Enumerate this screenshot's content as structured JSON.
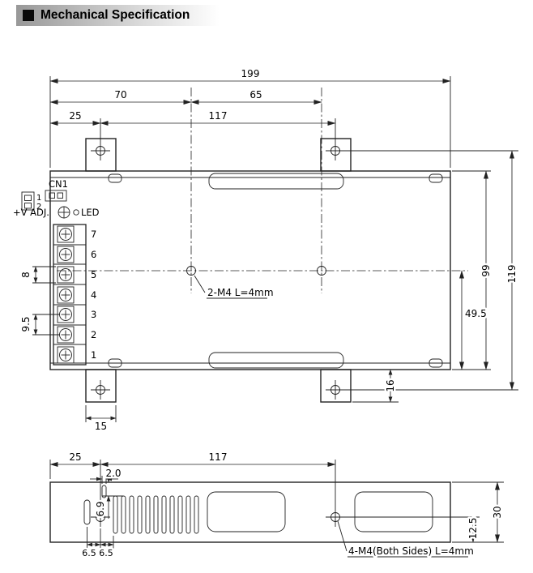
{
  "header": {
    "title": "Mechanical Specification"
  },
  "top_view": {
    "dim_total_width": "199",
    "dim_hole1_x": "70",
    "dim_hole_spacing_x": "65",
    "dim_bracket_hole_offset_x": "25",
    "dim_bracket_hole_spacing_x": "117",
    "dim_total_height": "119",
    "dim_body_height": "99",
    "dim_center_to_bottom": "49.5",
    "dim_bracket_extension": "16",
    "dim_bracket_width": "15",
    "dim_terminal_size": "8",
    "dim_terminal_pitch": "9.5",
    "label_connector": "CN1",
    "label_pin1": "1",
    "label_pin2": "2",
    "label_vadj": "+V ADJ.",
    "label_led": "LED",
    "label_center_holes": "2-M4 L=4mm",
    "terminal_numbers": [
      "7",
      "6",
      "5",
      "4",
      "3",
      "2",
      "1"
    ]
  },
  "side_view": {
    "dim_hole_offset_x": "25",
    "dim_hole_spacing_x": "117",
    "dim_slot_width": "2.0",
    "dim_slot_top_offset": "6.9",
    "dim_offset_a": "6.5",
    "dim_offset_b": "6.5",
    "dim_hole_bottom_offset": "12.5",
    "dim_height": "30",
    "label_side_holes": "4-M4(Both Sides) L=4mm"
  }
}
